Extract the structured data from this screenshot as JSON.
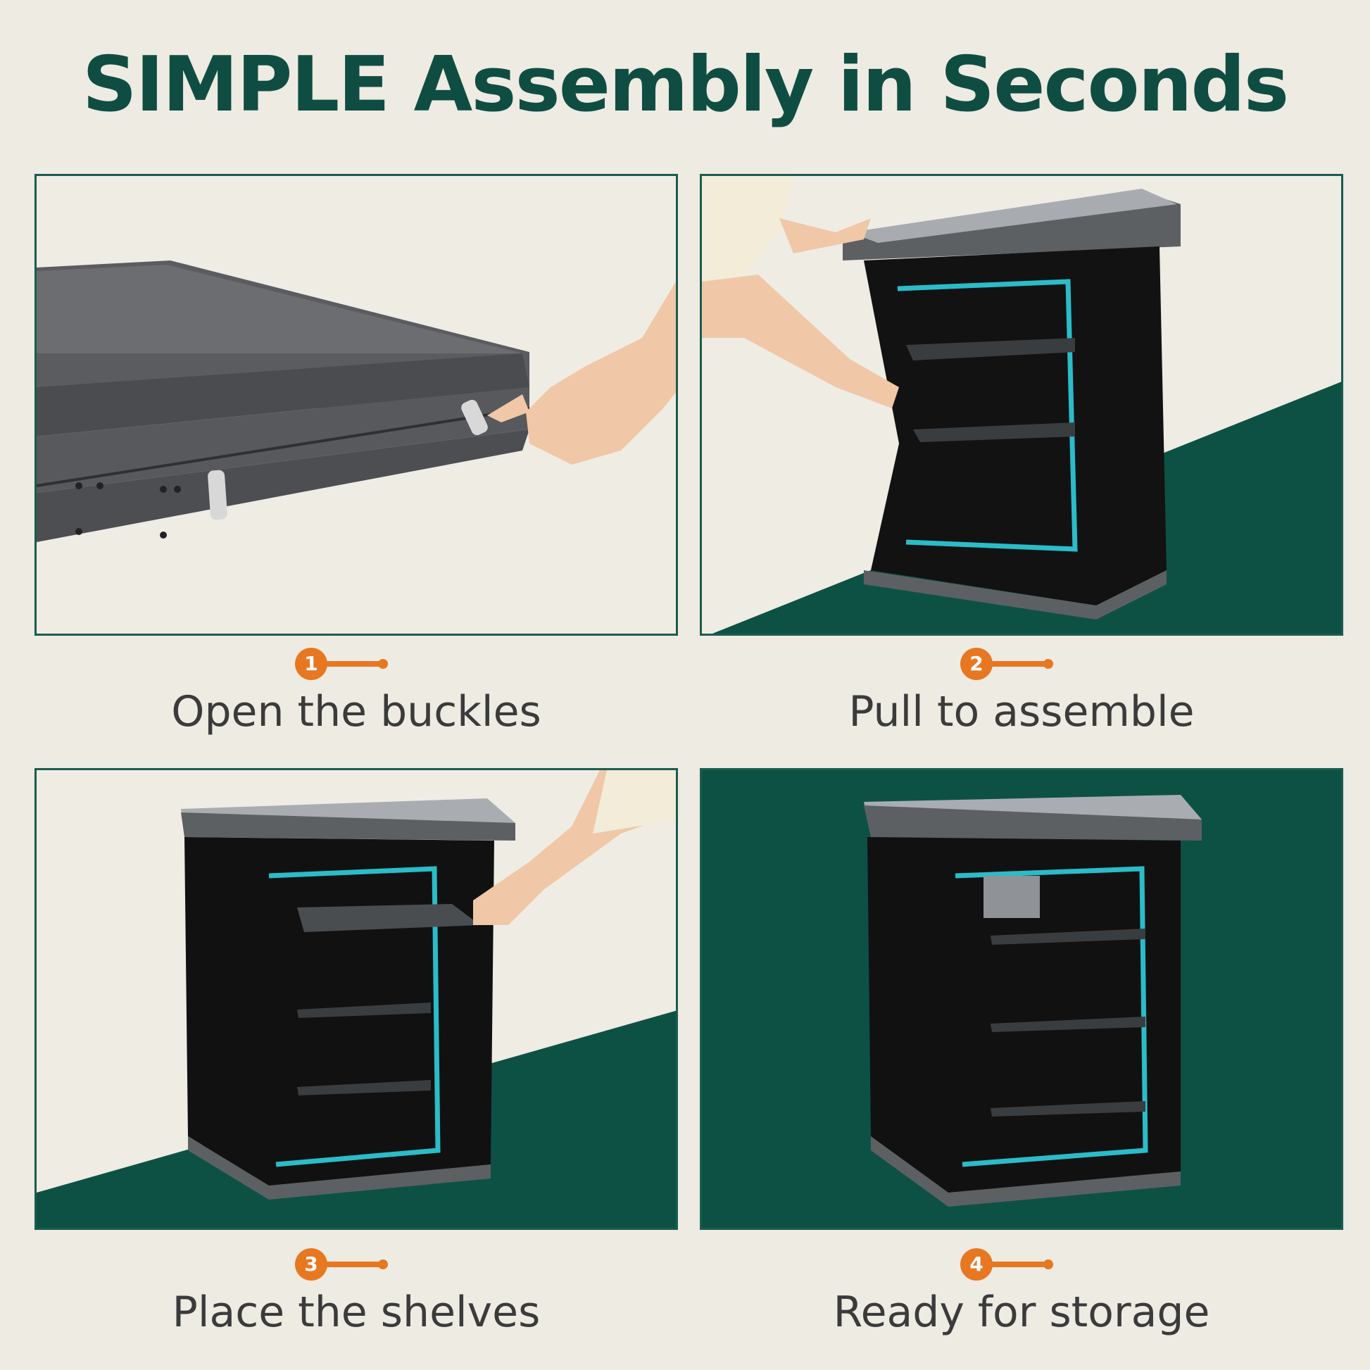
{
  "title": "SIMPLE Assembly in Seconds",
  "colors": {
    "accent": "#0f4d42",
    "orange": "#e87722",
    "teal": "#2bbcc9",
    "background": "#eeebe2"
  },
  "steps": [
    {
      "number": "1",
      "label": "Open the buckles"
    },
    {
      "number": "2",
      "label": "Pull to assemble"
    },
    {
      "number": "3",
      "label": "Place the shelves"
    },
    {
      "number": "4",
      "label": "Ready for storage"
    }
  ]
}
